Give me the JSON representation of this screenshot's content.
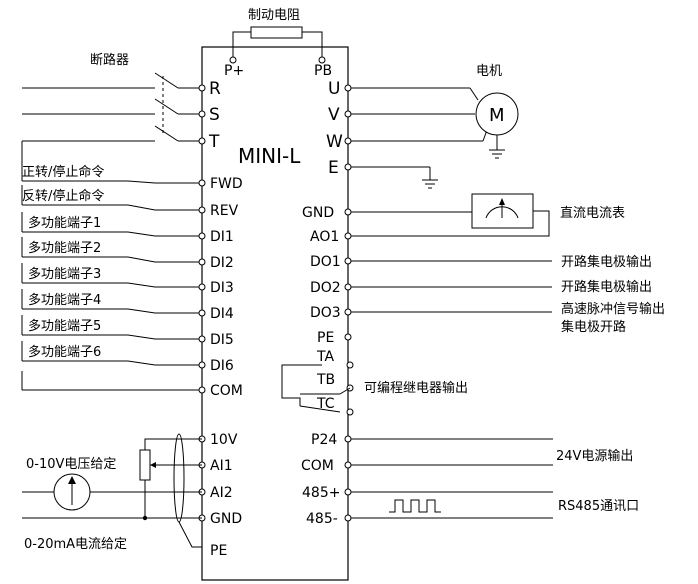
{
  "title": "MINI-L",
  "brake_resistor": "制动电阻",
  "breaker": "断路器",
  "motor_label": "电机",
  "motor_symbol": "M",
  "power_in": [
    "R",
    "S",
    "T"
  ],
  "brake_terms": [
    "P+",
    "PB"
  ],
  "motor_out": [
    "U",
    "V",
    "W",
    "E"
  ],
  "left_terminals": [
    "FWD",
    "REV",
    "DI1",
    "DI2",
    "DI3",
    "DI4",
    "DI5",
    "DI6",
    "COM",
    "10V",
    "AI1",
    "AI2",
    "GND",
    "PE"
  ],
  "left_labels": [
    "正转/停止命令",
    "反转/停止命令",
    "多功能端子1",
    "多功能端子2",
    "多功能端子3",
    "多功能端子4",
    "多功能端子5",
    "多功能端子6"
  ],
  "right_terminals": [
    "GND",
    "AO1",
    "DO1",
    "DO2",
    "DO3",
    "PE",
    "TA",
    "TB",
    "TC",
    "P24",
    "COM",
    "485+",
    "485-"
  ],
  "right_labels": {
    "meter": "直流电流表",
    "do1": "开路集电极输出",
    "do2": "开路集电极输出",
    "do3_line1": "高速脉冲信号输出",
    "do3_line2": "集电极开路",
    "relay": "可编程继电器输出",
    "p24": "24V电源输出",
    "rs485": "RS485通讯口"
  },
  "analog_labels": {
    "voltage": "0-10V电压给定",
    "current": "0-20mA电流给定"
  }
}
